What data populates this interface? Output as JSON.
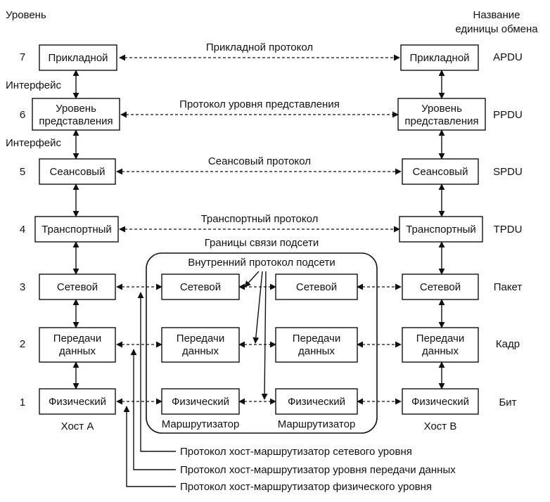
{
  "header": {
    "level_title": "Уровень",
    "unit_title_line1": "Название",
    "unit_title_line2": "единицы обмена"
  },
  "levels": [
    {
      "number": "7",
      "unit": "APDU",
      "host_line1": "Прикладной",
      "host_line2": "",
      "protocol": "Прикладной протокол"
    },
    {
      "number": "6",
      "unit": "PPDU",
      "host_line1": "Уровень",
      "host_line2": "представления",
      "protocol": "Протокол уровня представления"
    },
    {
      "number": "5",
      "unit": "SPDU",
      "host_line1": "Сеансовый",
      "host_line2": "",
      "protocol": "Сеансовый протокол"
    },
    {
      "number": "4",
      "unit": "TPDU",
      "host_line1": "Транспортный",
      "host_line2": "",
      "protocol": "Транспортный протокол"
    },
    {
      "number": "3",
      "unit": "Пакет",
      "host_line1": "Сетевой",
      "host_line2": ""
    },
    {
      "number": "2",
      "unit": "Кадр",
      "host_line1": "Передачи",
      "host_line2": "данных"
    },
    {
      "number": "1",
      "unit": "Бит",
      "host_line1": "Физический",
      "host_line2": ""
    }
  ],
  "interface_labels": [
    "Интерфейс",
    "Интерфейс"
  ],
  "subnet": {
    "boundary_label": "Границы связи подсети",
    "internal_protocol": "Внутренний протокол подсети",
    "router_label": "Маршрутизатор"
  },
  "hosts": {
    "a": "Хост А",
    "b": "Хост В"
  },
  "callouts": [
    "Протокол хост-маршрутизатор сетевого уровня",
    "Протокол хост-маршрутизатор  уровня передачи данных",
    "Протокол хост-маршрутизатор физического уровня"
  ]
}
